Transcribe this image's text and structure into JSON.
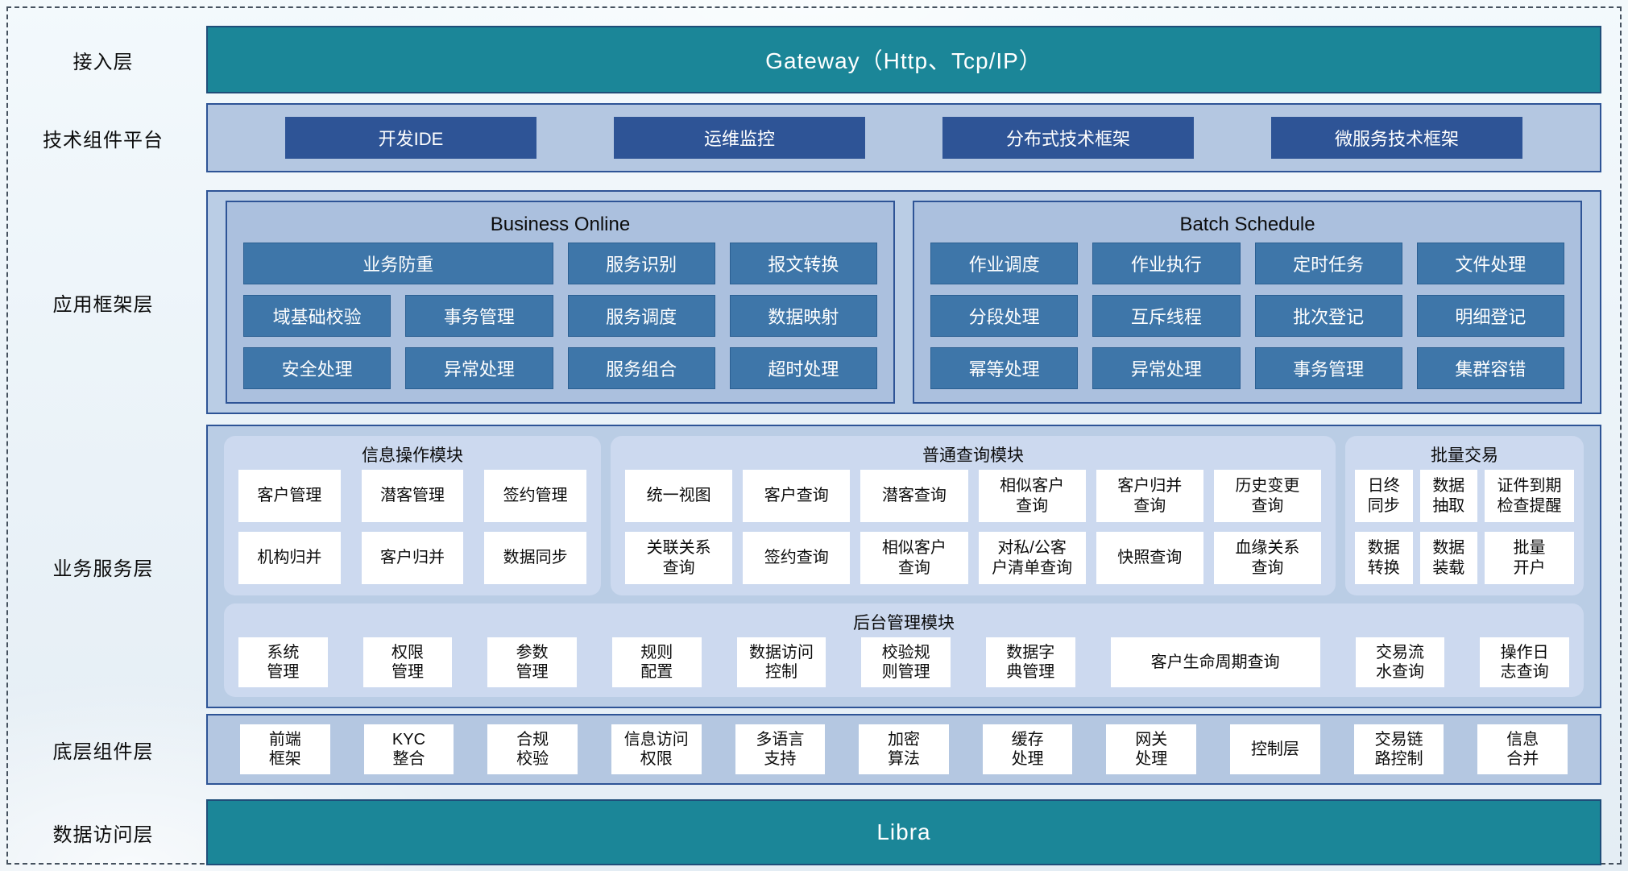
{
  "colors": {
    "teal_bar": "#1b8698",
    "teal_border": "#1f4e79",
    "dark_blue_button": "#2e5496",
    "steel_blue_button": "#3e76a9",
    "band_bg": "#b4c7e1",
    "framework_bg": "#bacde5",
    "panel_bg": "#abc0de",
    "module_bg": "#ccd9ef",
    "box_bg": "#ffffff"
  },
  "access": {
    "label": "接入层",
    "bar": "Gateway（Http、Tcp/IP）"
  },
  "tech_platform": {
    "label": "技术组件平台",
    "buttons": [
      "开发IDE",
      "运维监控",
      "分布式技术框架",
      "微服务技术框架"
    ]
  },
  "app_framework": {
    "label": "应用框架层",
    "panels": [
      {
        "title": "Business Online",
        "rows": [
          [
            {
              "label": "业务防重",
              "span": 2
            },
            {
              "label": "服务识别"
            },
            {
              "label": "报文转换"
            }
          ],
          [
            {
              "label": "域基础校验"
            },
            {
              "label": "事务管理"
            },
            {
              "label": "服务调度"
            },
            {
              "label": "数据映射"
            }
          ],
          [
            {
              "label": "安全处理"
            },
            {
              "label": "异常处理"
            },
            {
              "label": "服务组合"
            },
            {
              "label": "超时处理"
            }
          ]
        ]
      },
      {
        "title": "Batch Schedule",
        "rows": [
          [
            {
              "label": "作业调度"
            },
            {
              "label": "作业执行"
            },
            {
              "label": "定时任务"
            },
            {
              "label": "文件处理"
            }
          ],
          [
            {
              "label": "分段处理"
            },
            {
              "label": "互斥线程"
            },
            {
              "label": "批次登记"
            },
            {
              "label": "明细登记"
            }
          ],
          [
            {
              "label": "幂等处理"
            },
            {
              "label": "异常处理"
            },
            {
              "label": "事务管理"
            },
            {
              "label": "集群容错"
            }
          ]
        ]
      }
    ]
  },
  "business_service": {
    "label": "业务服务层",
    "modules": [
      {
        "id": "info",
        "title": "信息操作模块",
        "rows": [
          [
            "客户管理",
            "潜客管理",
            "签约管理"
          ],
          [
            "机构归并",
            "客户归并",
            "数据同步"
          ]
        ]
      },
      {
        "id": "query",
        "title": "普通查询模块",
        "rows": [
          [
            "统一视图",
            "客户查询",
            "潜客查询",
            "相似客户\n查询",
            "客户归并\n查询",
            "历史变更\n查询"
          ],
          [
            "关联关系\n查询",
            "签约查询",
            "相似客户\n查询",
            "对私/公客\n户清单查询",
            "快照查询",
            "血缘关系\n查询"
          ]
        ]
      },
      {
        "id": "batch",
        "title": "批量交易",
        "rows": [
          [
            "日终\n同步",
            "数据\n抽取",
            "证件到期\n检查提醒"
          ],
          [
            "数据\n转换",
            "数据\n装载",
            "批量\n开户"
          ]
        ]
      }
    ],
    "admin": {
      "title": "后台管理模块",
      "items": [
        "系统\n管理",
        "权限\n管理",
        "参数\n管理",
        "规则\n配置",
        "数据访问\n控制",
        "校验规\n则管理",
        "数据字\n典管理",
        "客户生命周期查询",
        "交易流\n水查询",
        "操作日\n志查询"
      ]
    }
  },
  "base_components": {
    "label": "底层组件层",
    "items": [
      "前端\n框架",
      "KYC\n整合",
      "合规\n校验",
      "信息访问\n权限",
      "多语言\n支持",
      "加密\n算法",
      "缓存\n处理",
      "网关\n处理",
      "控制层",
      "交易链\n路控制",
      "信息\n合并"
    ]
  },
  "data_access": {
    "label": "数据访问层",
    "bar": "Libra"
  }
}
